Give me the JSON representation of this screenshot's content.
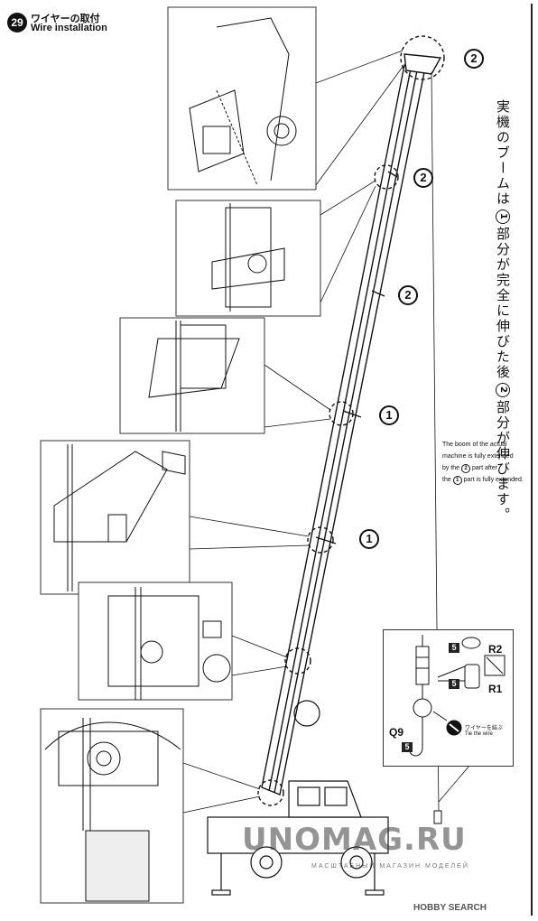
{
  "header": {
    "step_number": "29",
    "title_jp": "ワイヤーの取付",
    "title_en": "Wire installation"
  },
  "markers": {
    "two": "2",
    "one": "1"
  },
  "note_jp": {
    "line1": "実機のブームは",
    "marker1": "1",
    "line2": "部分が完全に伸びた後",
    "marker2": "2",
    "line3": "部分が伸びます。"
  },
  "note_en": {
    "line1": "The boom of the actual",
    "line2": "machine is fully extended",
    "line3_a": "by the",
    "line3_marker": "2",
    "line3_b": "part after",
    "line4_a": "the",
    "line4_marker": "1",
    "line4_b": "part is fully extended."
  },
  "parts": {
    "r2": "R2",
    "r1": "R1",
    "q9": "Q9",
    "sprue5": "5",
    "tie_jp": "ワイヤーを結ぶ",
    "tie_en": "Tie the wire"
  },
  "watermark": {
    "main": "UNOMAG.RU",
    "sub": "МАСШТАБНЫЙ МАГАЗИН МОДЕЛЕЙ",
    "source": "HOBBY SEARCH"
  }
}
